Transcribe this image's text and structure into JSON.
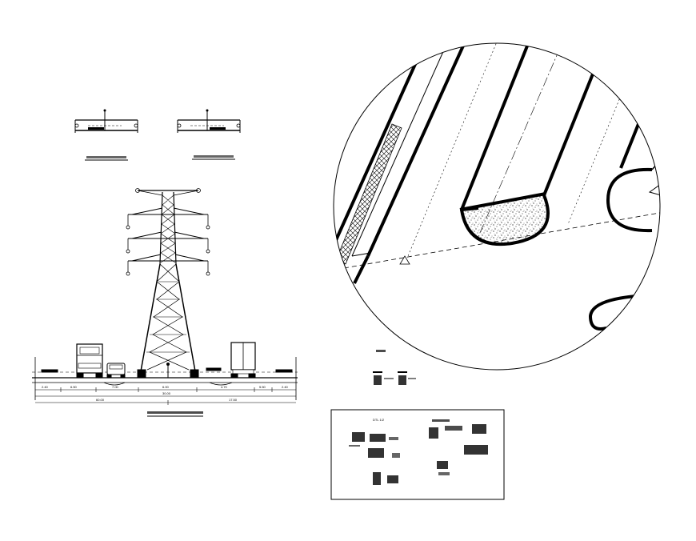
{
  "drawing": {
    "section_dimensions": {
      "left_edge": "2.40",
      "left_lane": "6.50",
      "left_carriageway": "7.00",
      "center_tower": "6.00",
      "right_carriageway": "4.70",
      "right_lane": "5.50",
      "right_edge": "2.40",
      "total_width": "30.00",
      "left_half": "60.00",
      "right_half": "17.50"
    },
    "legend_panel": {
      "heading": "DTL 1/2"
    }
  }
}
